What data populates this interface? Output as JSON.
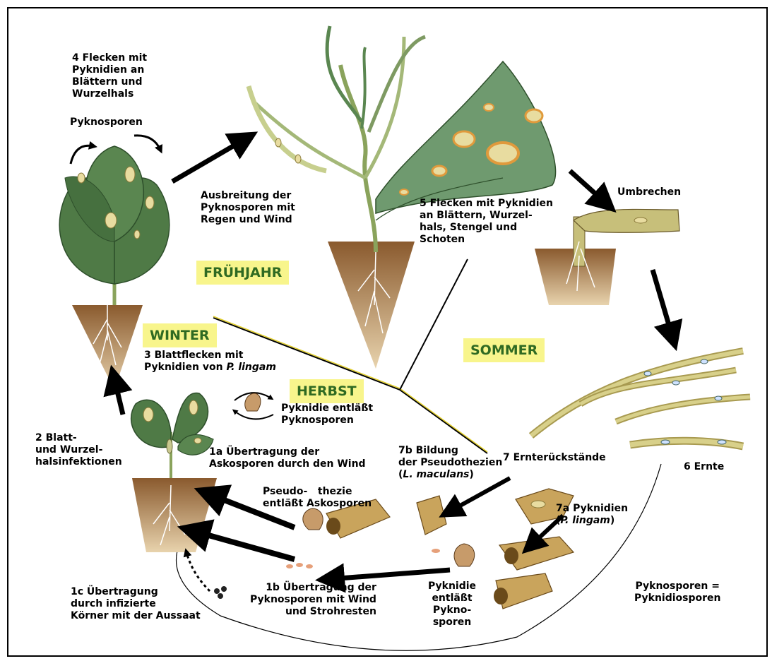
{
  "seasons": {
    "fruehjahr": "FRÜHJAHR",
    "winter": "WINTER",
    "sommer": "SOMMER",
    "herbst": "HERBST"
  },
  "labels": {
    "l4": [
      "4 Flecken mit",
      "Pyknidien an",
      "Blättern und",
      "Wurzelhals"
    ],
    "pyknosporen_top": "Pyknosporen",
    "ausbreitung": [
      "Ausbreitung der",
      "Pyknosporen mit",
      "Regen und Wind"
    ],
    "l5": [
      "5 Flecken mit Pyknidien",
      "an Blättern, Wurzel-",
      "hals, Stengel und",
      "Schoten"
    ],
    "umbrechen": "Umbrechen",
    "l3_a": "3 Blattflecken mit",
    "l3_b_pre": "Pyknidien von ",
    "l3_b_it": "P. lingam",
    "pyknidie_entlaesst": [
      "Pyknidie entläßt",
      "Pyknosporen"
    ],
    "l2": [
      "2 Blatt-",
      "und Wurzel-",
      "halsinfektionen"
    ],
    "l1a": [
      "1a Übertragung der",
      "Askosporen durch den Wind"
    ],
    "l7b_a": "7b Bildung",
    "l7b_b": "der Pseudothezien",
    "l7b_c_it": "L. maculans",
    "l7": "7 Ernterückstände",
    "l6": "6 Ernte",
    "pseudothezie": [
      "Pseudo-   thezie",
      "entläßt Askosporen"
    ],
    "l7a_a": "7a Pyknidien",
    "l7a_b_it": "P. lingam",
    "l1c": [
      "1c Übertragung",
      "durch infizierte",
      "Körner mit der Aussaat"
    ],
    "l1b": [
      "1b Übertragung der",
      "Pyknosporen mit Wind",
      "und Strohresten"
    ],
    "pyknidie_entlaesst_2": [
      "Pyknidie",
      "entläßt",
      "Pykno-",
      "sporen"
    ],
    "pyknosporen_eq": [
      "Pyknosporen =",
      "Pyknidiosporen"
    ]
  },
  "colors": {
    "leaf": "#4f7a46",
    "leaf_dark": "#2e4f2b",
    "stem": "#8aa35c",
    "soil": "#9a6a3a",
    "soil_light": "#d9b98a",
    "lesion": "#e8dca0",
    "lesion_ring": "#e09a3c",
    "debris": "#c9a45c",
    "season_bg": "#f8f58c",
    "season_text": "#2f6a22",
    "divider": "#e2cf2a"
  }
}
